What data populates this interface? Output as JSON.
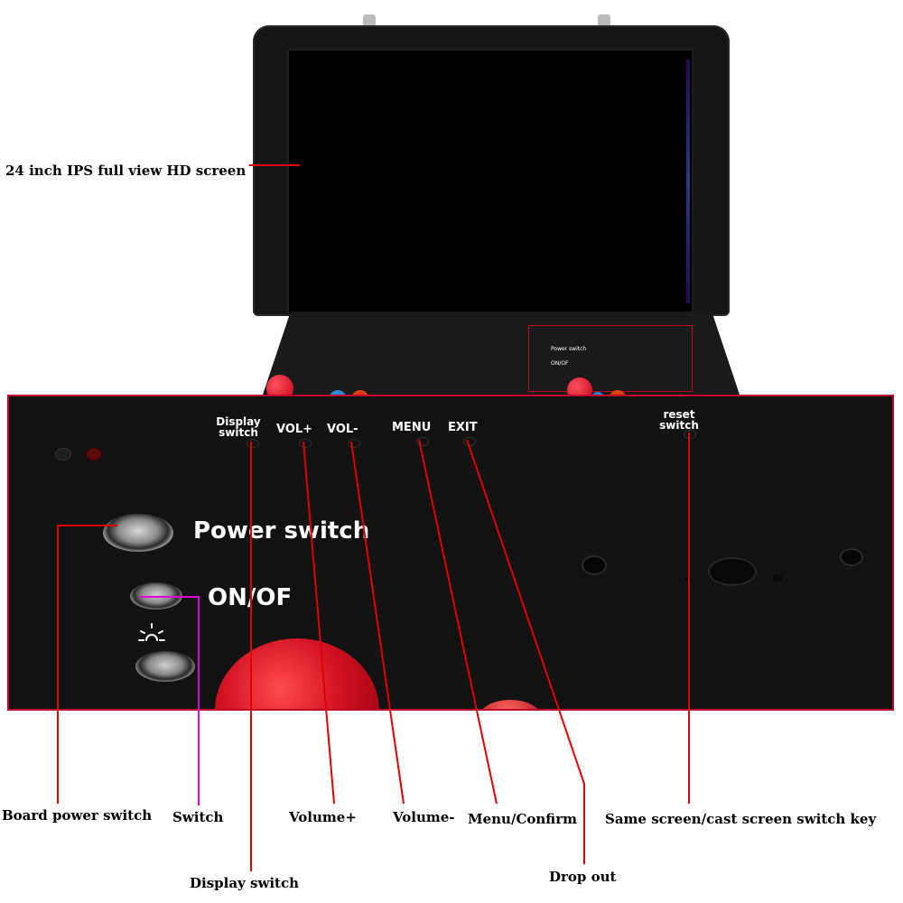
{
  "callouts": {
    "screen": "24 inch IPS full view HD screen",
    "board_power_switch": "Board power switch",
    "switch": "Switch",
    "volume_plus": "Volume+",
    "volume_minus": "Volume-",
    "menu_confirm": "Menu/Confirm",
    "same_screen": "Same screen/cast screen switch key",
    "display_switch": "Display switch",
    "drop_out": "Drop out"
  },
  "panel": {
    "display_switch": "Display\nswitch",
    "vol_plus": "VOL+",
    "vol_minus": "VOL-",
    "menu": "MENU",
    "exit": "EXIT",
    "reset_switch": "reset\nswitch",
    "power_switch": "Power switch",
    "on_of": "ON/OF"
  },
  "colors": {
    "callout_line": "#e00000",
    "switch_line": "#e000e0",
    "frame": "#c0002a",
    "panel_bg": "#101010",
    "ball_red": "#d01020"
  },
  "icons": [
    "light-bulb-icon"
  ]
}
